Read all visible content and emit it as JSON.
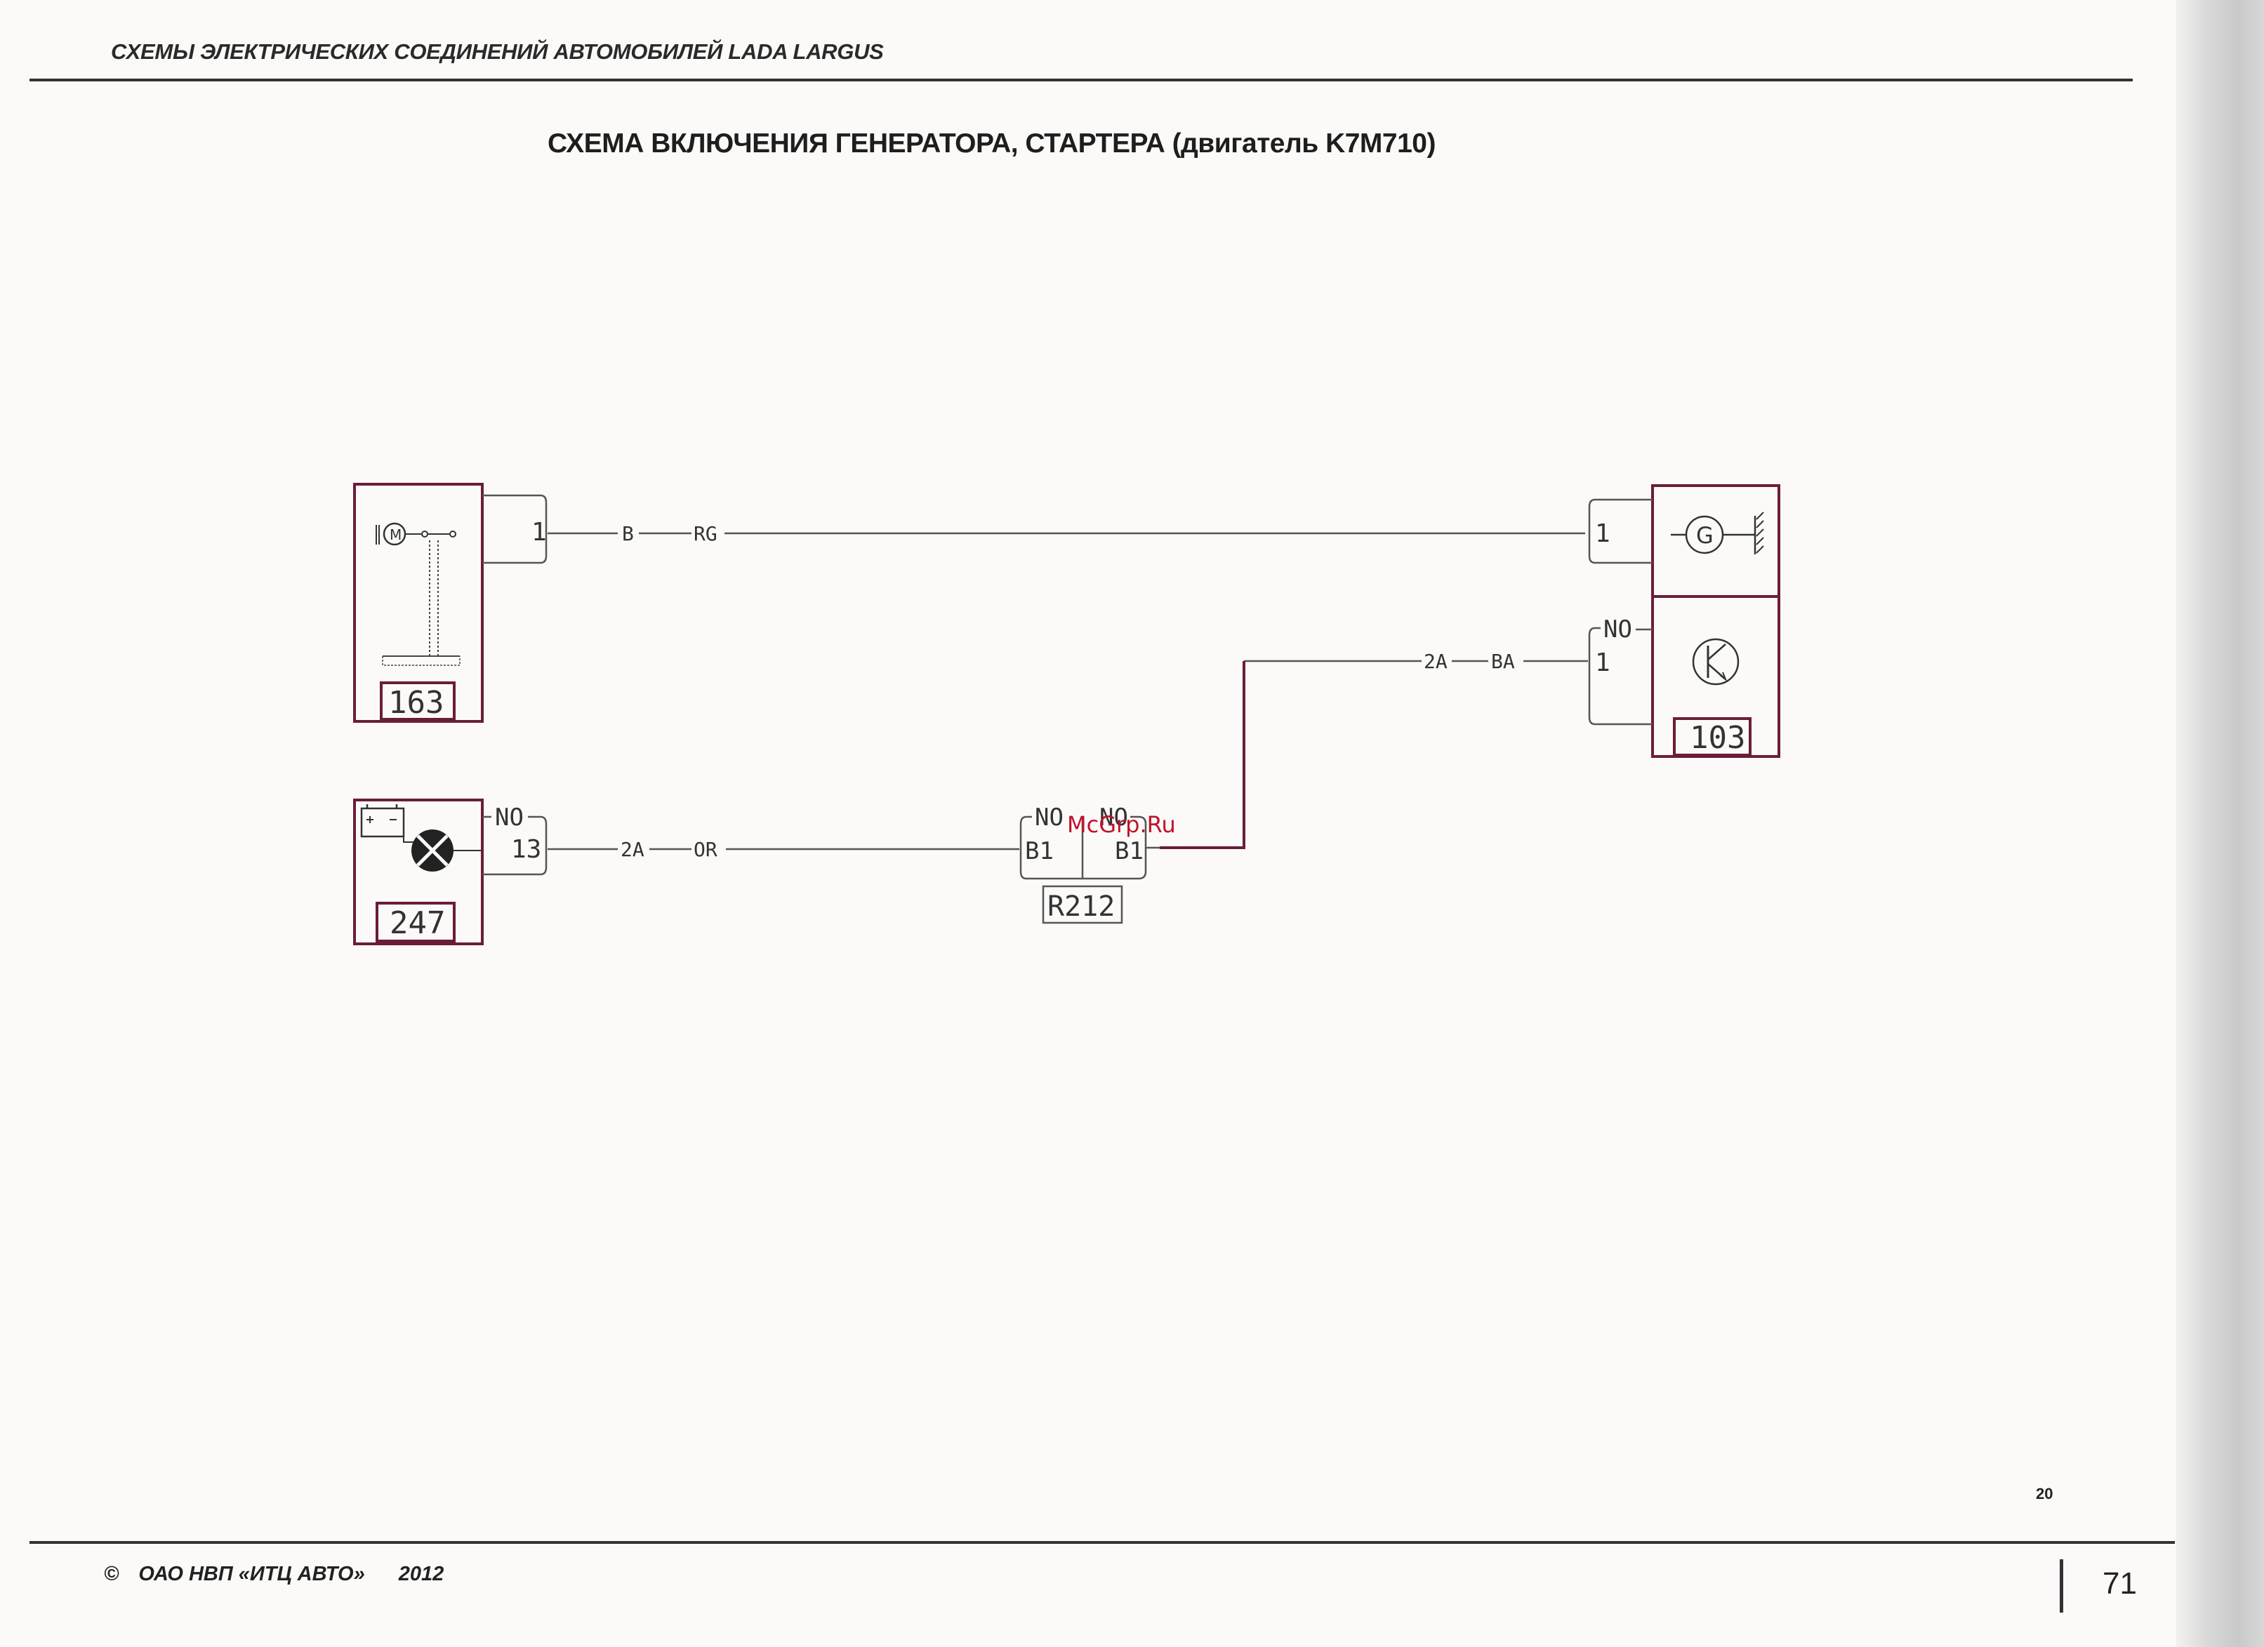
{
  "header": {
    "book_title": "СХЕМЫ ЭЛЕКТРИЧЕСКИХ СОЕДИНЕНИЙ АВТОМОБИЛЕЙ LADA LARGUS"
  },
  "diagram": {
    "title": "СХЕМА ВКЛЮЧЕНИЯ ГЕНЕРАТОРА, СТАРТЕРА (двигатель K7M710)",
    "components": {
      "starter": {
        "id": "163",
        "pin": "1"
      },
      "alternator": {
        "id": "103",
        "pin_top": "1",
        "pin_bottom": "1",
        "pin_bottom_tag": "NO"
      },
      "instrument_cluster": {
        "id": "247",
        "pin": "13",
        "pin_tag": "NO"
      },
      "connector": {
        "id": "R212",
        "left_tag": "NO",
        "right_tag": "NO",
        "left_pin": "B1",
        "right_pin": "B1"
      }
    },
    "wires": [
      {
        "name": "starter-to-alternator",
        "section": "B",
        "color_code": "RG"
      },
      {
        "name": "connector-to-alternator",
        "section": "2A",
        "color_code": "BA"
      },
      {
        "name": "cluster-to-connector",
        "section": "2A",
        "color_code": "OR"
      }
    ],
    "symbols": {
      "motor": "M",
      "generator": "G"
    },
    "watermark": "McGrp.Ru"
  },
  "footer": {
    "copyright_symbol": "©",
    "publisher": "ОАО НВП «ИТЦ АВТО»",
    "year": "2012",
    "note": "20",
    "page_number": "71"
  }
}
